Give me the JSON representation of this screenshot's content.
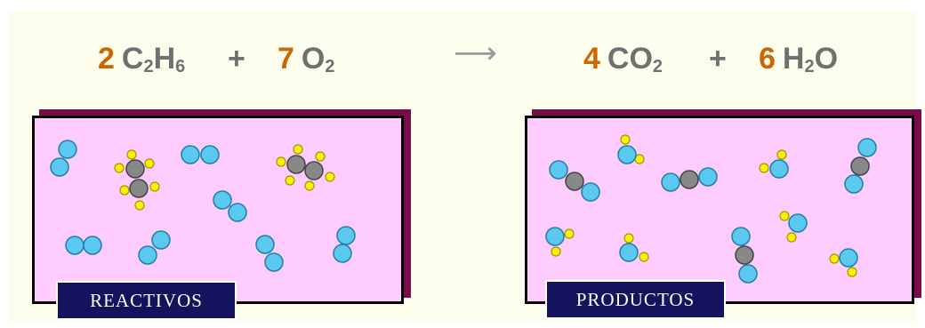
{
  "equation": {
    "reactant1": {
      "coef": "2",
      "formula": "C",
      "sub1": "2",
      "formula2": "H",
      "sub2": "6"
    },
    "plus1": "+",
    "reactant2": {
      "coef": "7",
      "formula": "O",
      "sub1": "2"
    },
    "arrow": "⟶",
    "product1": {
      "coef": "4",
      "formula": "CO",
      "sub1": "2"
    },
    "plus2": "+",
    "product2": {
      "coef": "6",
      "formula": "H",
      "sub1": "2",
      "formula2": "O"
    }
  },
  "boxes": {
    "reactants_label": "REACTIVOS",
    "products_label": "PRODUCTOS"
  },
  "colors": {
    "coefficient": "#cc6600",
    "formula": "#707070",
    "box_fill": "#ffccff",
    "box_shadow": "#7a0a4a",
    "label_bg": "#13135e",
    "oxygen": "#5bc8f0",
    "carbon": "#888888",
    "hydrogen": "#ffee00"
  }
}
